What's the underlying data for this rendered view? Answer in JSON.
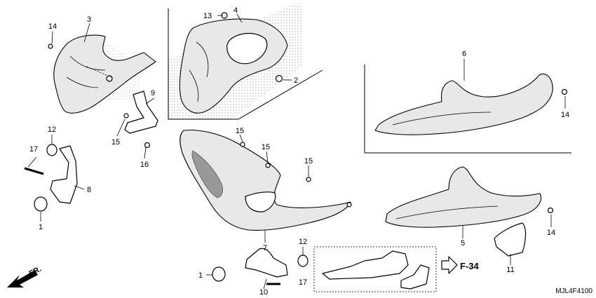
{
  "callouts": [
    {
      "id": "c3",
      "label": "3"
    },
    {
      "id": "c14a",
      "label": "14"
    },
    {
      "id": "c13",
      "label": "13"
    },
    {
      "id": "c4",
      "label": "4"
    },
    {
      "id": "c2",
      "label": "2"
    },
    {
      "id": "c9",
      "label": "9"
    },
    {
      "id": "c15a",
      "label": "15"
    },
    {
      "id": "c16",
      "label": "16"
    },
    {
      "id": "c12a",
      "label": "12"
    },
    {
      "id": "c17a",
      "label": "17"
    },
    {
      "id": "c8",
      "label": "8"
    },
    {
      "id": "c1a",
      "label": "1"
    },
    {
      "id": "c15b",
      "label": "15"
    },
    {
      "id": "c15c",
      "label": "15"
    },
    {
      "id": "c15d",
      "label": "15"
    },
    {
      "id": "c7",
      "label": "7"
    },
    {
      "id": "c6",
      "label": "6"
    },
    {
      "id": "c14b",
      "label": "14"
    },
    {
      "id": "c5",
      "label": "5"
    },
    {
      "id": "c14c",
      "label": "14"
    },
    {
      "id": "c11",
      "label": "11"
    },
    {
      "id": "c12b",
      "label": "12"
    },
    {
      "id": "c1b",
      "label": "1"
    },
    {
      "id": "c10",
      "label": "10"
    },
    {
      "id": "c17b",
      "label": "17"
    }
  ],
  "forward_label": "FR.",
  "reference_label": "F-34",
  "diagram_code": "MJL4F4100",
  "colors": {
    "line": "#000000",
    "shade": "#c8c8c8",
    "background": "#ffffff"
  }
}
